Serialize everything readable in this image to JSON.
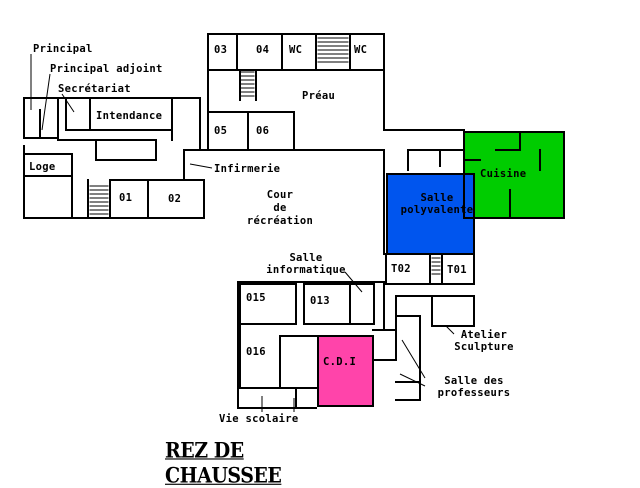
{
  "plan": {
    "title": "REZ DE CHAUSSEE",
    "colors": {
      "wall": "#000000",
      "background": "#ffffff",
      "cuisine": "#00cc00",
      "salle_polyvalente": "#0055ee",
      "cdi": "#ff44aa"
    },
    "rooms": {
      "r03": "03",
      "r04": "04",
      "wc1": "WC",
      "wc2": "WC",
      "preau": "Préau",
      "r05": "05",
      "r06": "06",
      "intendance": "Intendance",
      "loge": "Loge",
      "r01": "01",
      "r02": "02",
      "cour_line1": "Cour",
      "cour_line2": "de",
      "cour_line3": "récréation",
      "cuisine": "Cuisine",
      "polyvalente_line1": "Salle",
      "polyvalente_line2": "polyvalente",
      "t02": "T02",
      "t01": "T01",
      "r015": "015",
      "r013": "013",
      "r016": "016",
      "cdi": "C.D.I",
      "atelier_line1": "Atelier",
      "atelier_line2": "Sculpture"
    },
    "callouts": {
      "principal": "Principal",
      "principal_adjoint": "Principal adjoint",
      "secretariat": "Secrétariat",
      "infirmerie": "Infirmerie",
      "salle_info_line1": "Salle",
      "salle_info_line2": "informatique",
      "salle_prof_line1": "Salle des",
      "salle_prof_line2": "professeurs",
      "vie_scolaire": "Vie scolaire"
    }
  }
}
